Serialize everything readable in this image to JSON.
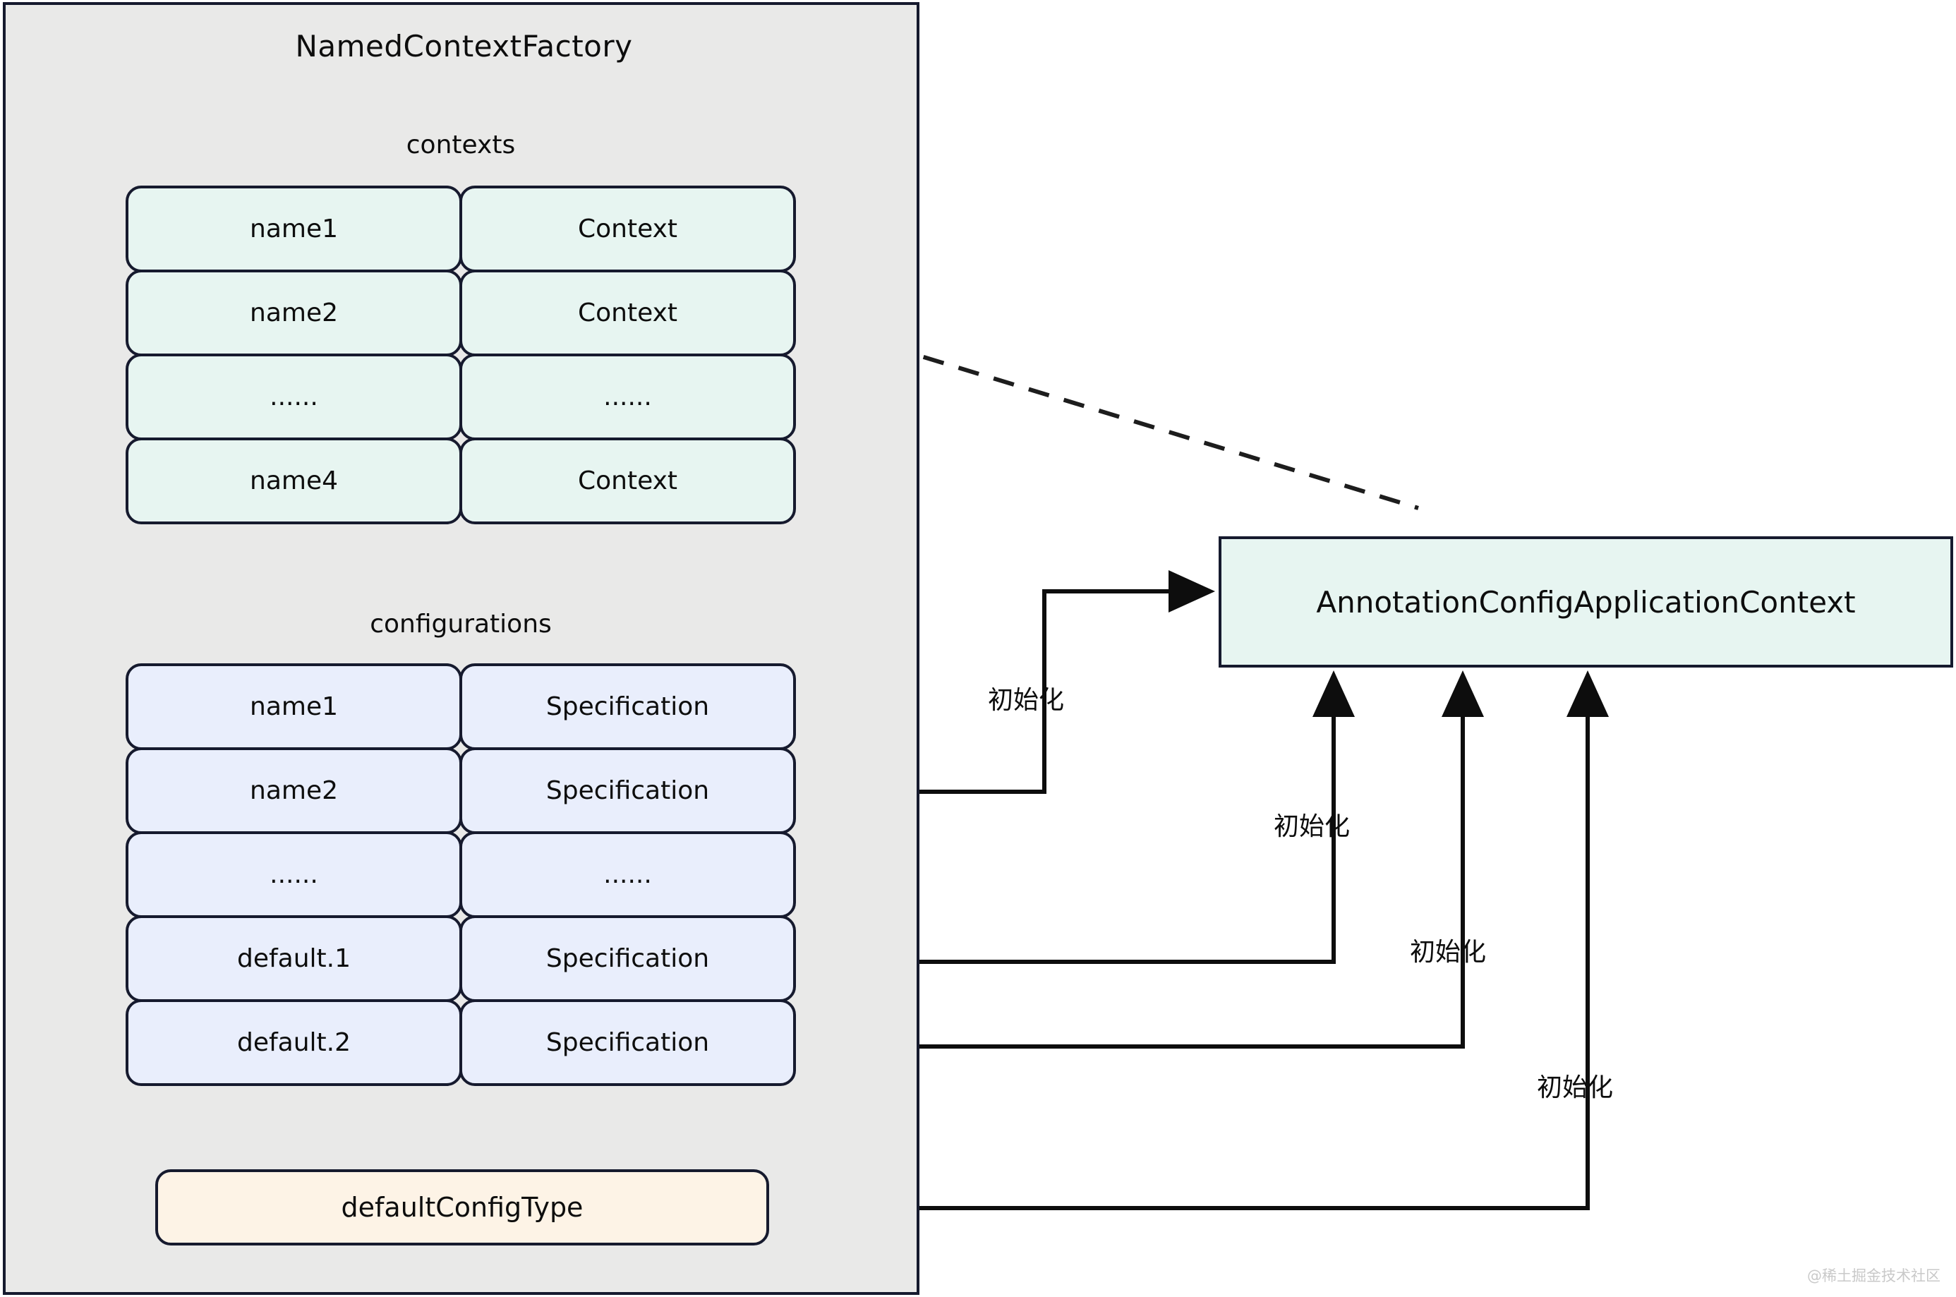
{
  "panel": {
    "title": "NamedContextFactory",
    "sections": {
      "contexts_label": "contexts",
      "configurations_label": "configurations"
    }
  },
  "contexts": {
    "rows": [
      {
        "key": "name1",
        "value": "Context"
      },
      {
        "key": "name2",
        "value": "Context"
      },
      {
        "key": "......",
        "value": "......"
      },
      {
        "key": "name4",
        "value": "Context"
      }
    ]
  },
  "configurations": {
    "rows": [
      {
        "key": "name1",
        "value": "Specification"
      },
      {
        "key": "name2",
        "value": "Specification"
      },
      {
        "key": "......",
        "value": "......"
      },
      {
        "key": "default.1",
        "value": "Specification"
      },
      {
        "key": "default.2",
        "value": "Specification"
      }
    ]
  },
  "default_config_type": {
    "label": "defaultConfigType"
  },
  "annotation_context": {
    "label": "AnnotationConfigApplicationContext"
  },
  "edges": {
    "init_1": "初始化",
    "init_2": "初始化",
    "init_3": "初始化",
    "init_4": "初始化"
  },
  "watermark": {
    "text": "@稀土掘金技术社区"
  },
  "colors": {
    "panel_background": "#e9e9e8",
    "stroke": "#161a2e",
    "teal_fill": "#e7f5f1",
    "blue_fill": "#e9eefc",
    "cream_fill": "#fdf3e6",
    "page_background": "#ffffff",
    "text": "#0d0d0d",
    "watermark": "#c9c9c9"
  }
}
